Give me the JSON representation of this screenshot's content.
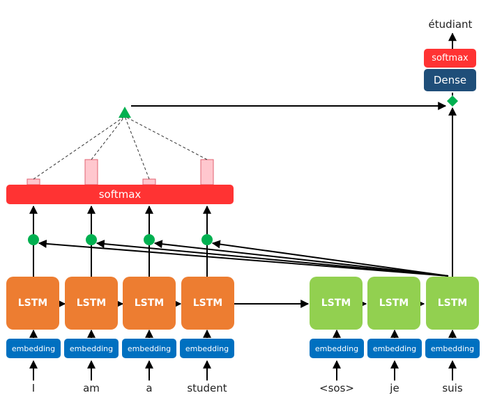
{
  "encoder": {
    "inputs": [
      "I",
      "am",
      "a",
      "student"
    ],
    "embedding_label": "embedding",
    "lstm_label": "LSTM"
  },
  "decoder": {
    "inputs": [
      "<sos>",
      "je",
      "suis"
    ],
    "embedding_label": "embedding",
    "lstm_label": "LSTM"
  },
  "attention": {
    "softmax_label": "softmax",
    "weights": [
      0.2,
      0.9,
      0.2,
      0.9
    ]
  },
  "output_head": {
    "softmax_label": "softmax",
    "dense_label": "Dense",
    "prediction": "étudiant"
  },
  "colors": {
    "encoder_lstm": "#ED7D31",
    "decoder_lstm": "#92D050",
    "embedding": "#0070C0",
    "softmax": "#FF3333",
    "dense": "#1F4E79",
    "score_dot": "#00B050",
    "attention_bar": "#FFC7CE"
  }
}
